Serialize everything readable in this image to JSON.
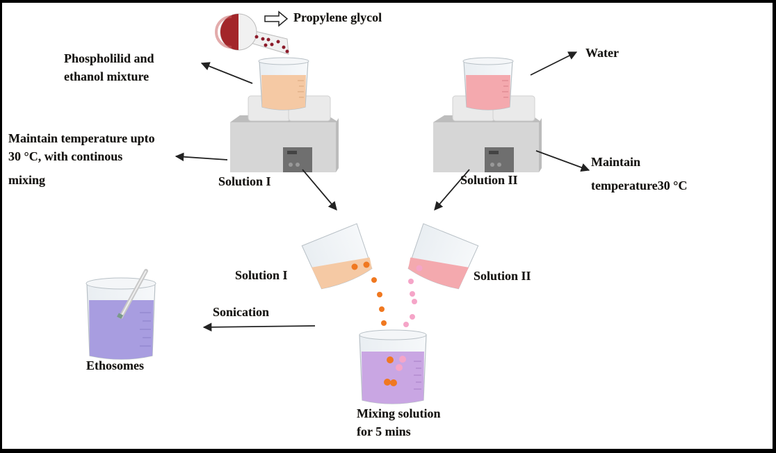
{
  "title": "Ethosome preparation process",
  "labels": {
    "propylene_glycol": "Propylene glycol",
    "phospholipid_mixture": "Phospholilid and\nethanol mixture",
    "maintain_temp_1_line1": "Maintain temperature upto",
    "maintain_temp_1_line2": "30 °C, with continous",
    "maintain_temp_1_line3": "mixing",
    "solution_1_bath": "Solution I",
    "water": "Water",
    "solution_2_bath": "Solution II",
    "maintain_temp_2_line1": "Maintain",
    "maintain_temp_2_line2": "temperature30 °C",
    "solution_1_pour": "Solution I",
    "solution_2_pour": "Solution II",
    "sonication": "Sonication",
    "ethosomes": "Ethosomes",
    "mixing_solution": "Mixing solution\nfor 5 mins"
  },
  "colors": {
    "solution_1": "#f5c9a4",
    "solution_2": "#f4a9ae",
    "mixture": "#c9a6e3",
    "ethosomes": "#a89de0",
    "propylene_glycol": "#a3262a",
    "droplet_orange": "#f07820",
    "droplet_pink": "#f5a5c8",
    "apparatus": "#d6d6d6"
  }
}
